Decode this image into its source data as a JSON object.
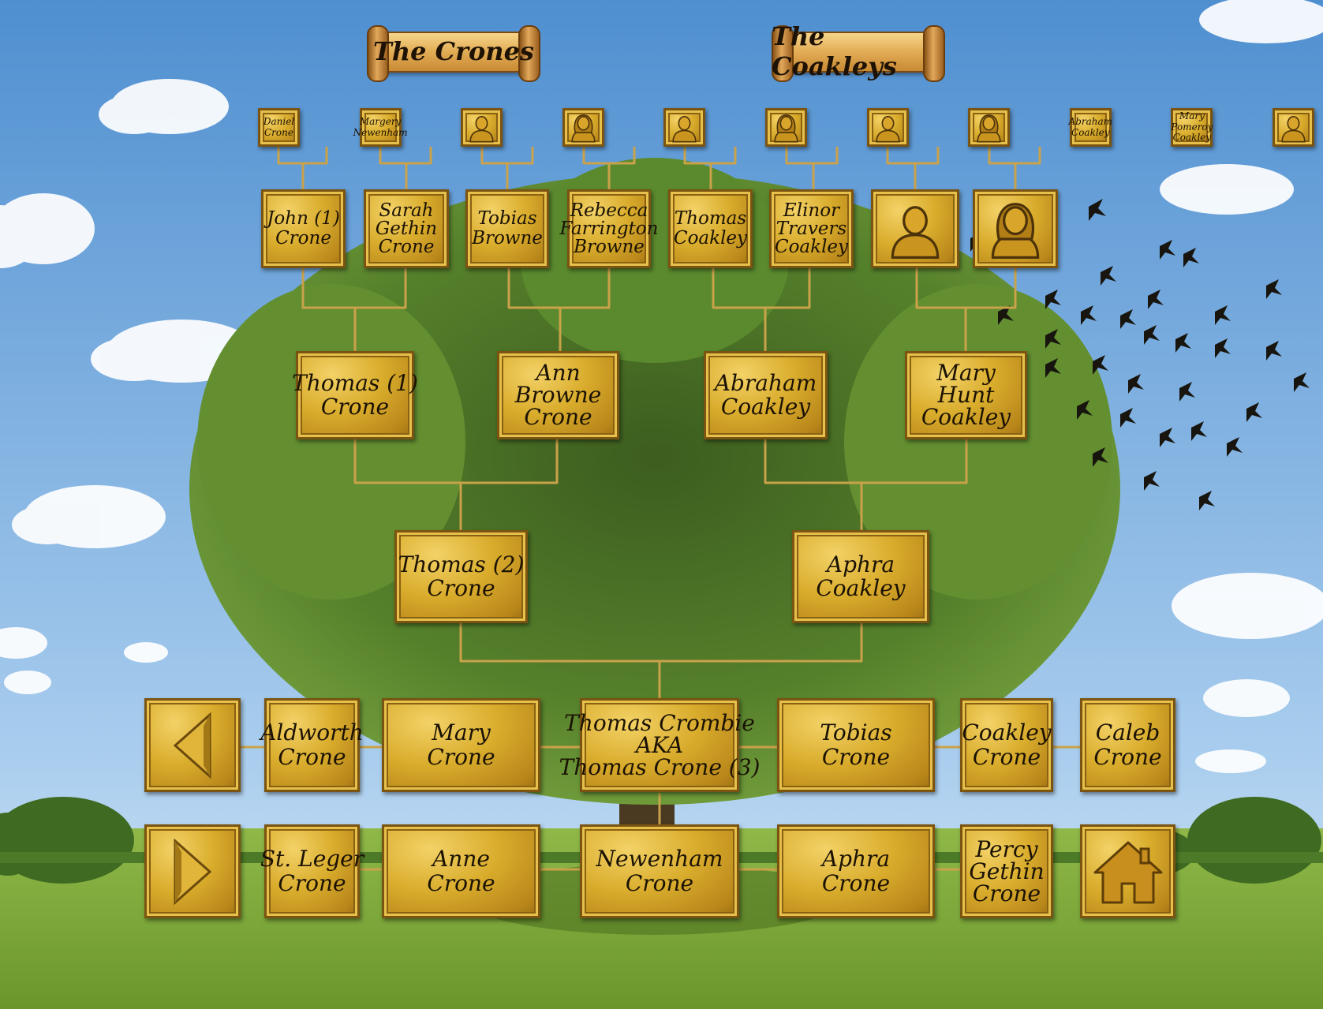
{
  "banners": {
    "crones": "The Crones",
    "coakleys": "The Coakleys"
  },
  "great_great_grandparents": [
    {
      "type": "text",
      "lines": [
        "Daniel",
        "Crone"
      ]
    },
    {
      "type": "text",
      "lines": [
        "Margery",
        "Newenham"
      ]
    },
    {
      "type": "icon",
      "icon": "male-silhouette-icon"
    },
    {
      "type": "icon",
      "icon": "female-silhouette-icon"
    },
    {
      "type": "icon",
      "icon": "male-silhouette-icon"
    },
    {
      "type": "icon",
      "icon": "female-silhouette-icon"
    },
    {
      "type": "icon",
      "icon": "male-silhouette-icon"
    },
    {
      "type": "icon",
      "icon": "female-silhouette-icon"
    },
    {
      "type": "text",
      "lines": [
        "Abraham",
        "Coakley"
      ]
    },
    {
      "type": "text",
      "lines": [
        "Mary",
        "Pomeroy",
        "Coakley"
      ]
    },
    {
      "type": "icon",
      "icon": "male-silhouette-icon"
    },
    {
      "type": "icon",
      "icon": "female-silhouette-icon"
    },
    {
      "type": "icon",
      "icon": "male-silhouette-icon"
    },
    {
      "type": "icon",
      "icon": "female-silhouette-icon"
    },
    {
      "type": "icon",
      "icon": "male-silhouette-icon"
    },
    {
      "type": "icon",
      "icon": "female-silhouette-icon"
    }
  ],
  "great_grandparents": [
    {
      "type": "text",
      "lines": [
        "John (1)",
        "Crone"
      ]
    },
    {
      "type": "text",
      "lines": [
        "Sarah",
        "Gethin",
        "Crone"
      ]
    },
    {
      "type": "text",
      "lines": [
        "Tobias",
        "Browne"
      ]
    },
    {
      "type": "text",
      "lines": [
        "Rebecca",
        "Farrington",
        "Browne"
      ]
    },
    {
      "type": "text",
      "lines": [
        "Thomas",
        "Coakley"
      ]
    },
    {
      "type": "text",
      "lines": [
        "Elinor",
        "Travers",
        "Coakley"
      ]
    },
    {
      "type": "icon",
      "icon": "male-silhouette-icon"
    },
    {
      "type": "icon",
      "icon": "female-silhouette-icon"
    }
  ],
  "grandparents": [
    {
      "lines": [
        "Thomas (1)",
        "Crone"
      ]
    },
    {
      "lines": [
        "Ann",
        "Browne",
        "Crone"
      ]
    },
    {
      "lines": [
        "Abraham",
        "Coakley"
      ]
    },
    {
      "lines": [
        "Mary",
        "Hunt",
        "Coakley"
      ]
    }
  ],
  "parents": [
    {
      "lines": [
        "Thomas (2)",
        "Crone"
      ]
    },
    {
      "lines": [
        "Aphra",
        "Coakley"
      ]
    }
  ],
  "siblings_row1": [
    {
      "lines": [
        "Aldworth",
        "Crone"
      ]
    },
    {
      "lines": [
        "Mary",
        "Crone"
      ]
    },
    {
      "lines": [
        "Thomas Crombie",
        "AKA",
        "Thomas Crone (3)"
      ]
    },
    {
      "lines": [
        "Tobias",
        "Crone"
      ]
    },
    {
      "lines": [
        "Coakley",
        "Crone"
      ]
    },
    {
      "lines": [
        "Caleb",
        "Crone"
      ]
    }
  ],
  "siblings_row2": [
    {
      "lines": [
        "St. Leger",
        "Crone"
      ]
    },
    {
      "lines": [
        "Anne",
        "Crone"
      ]
    },
    {
      "lines": [
        "Newenham",
        "Crone"
      ]
    },
    {
      "lines": [
        "Aphra",
        "Crone"
      ]
    },
    {
      "lines": [
        "Percy",
        "Gethin",
        "Crone"
      ]
    }
  ],
  "nav": {
    "back_icon": "triangle-left-icon",
    "forward_icon": "triangle-right-icon",
    "home_icon": "house-icon"
  },
  "colors": {
    "sky_top": "#4f8fd0",
    "sky_bottom": "#cfe3f2",
    "grass": "#7fa83a",
    "gold": "#d9ac2c",
    "gold_dark": "#7a5410",
    "connector": "#c9a24a"
  }
}
